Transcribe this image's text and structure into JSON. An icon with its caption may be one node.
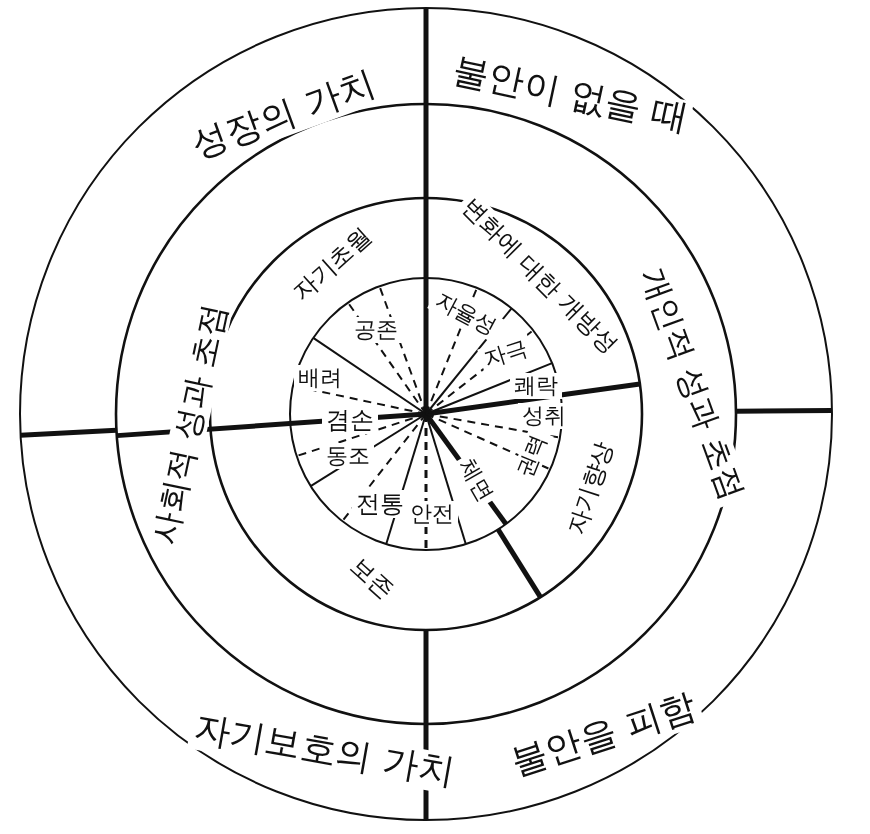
{
  "diagram": {
    "labels": [
      "성장의 가치",
      "불안이 없을 때",
      "자기초월",
      "변화에 대한 개방성",
      "사회적 성과 초점",
      "개인적 성과 초점",
      "공존",
      "자율성",
      "배려",
      "자극",
      "쾌락",
      "겸손",
      "성취",
      "동조",
      "권력",
      "전통",
      "안전",
      "체면",
      "자기향상",
      "보존",
      "자기보호의 가치",
      "불안을 피함"
    ]
  }
}
